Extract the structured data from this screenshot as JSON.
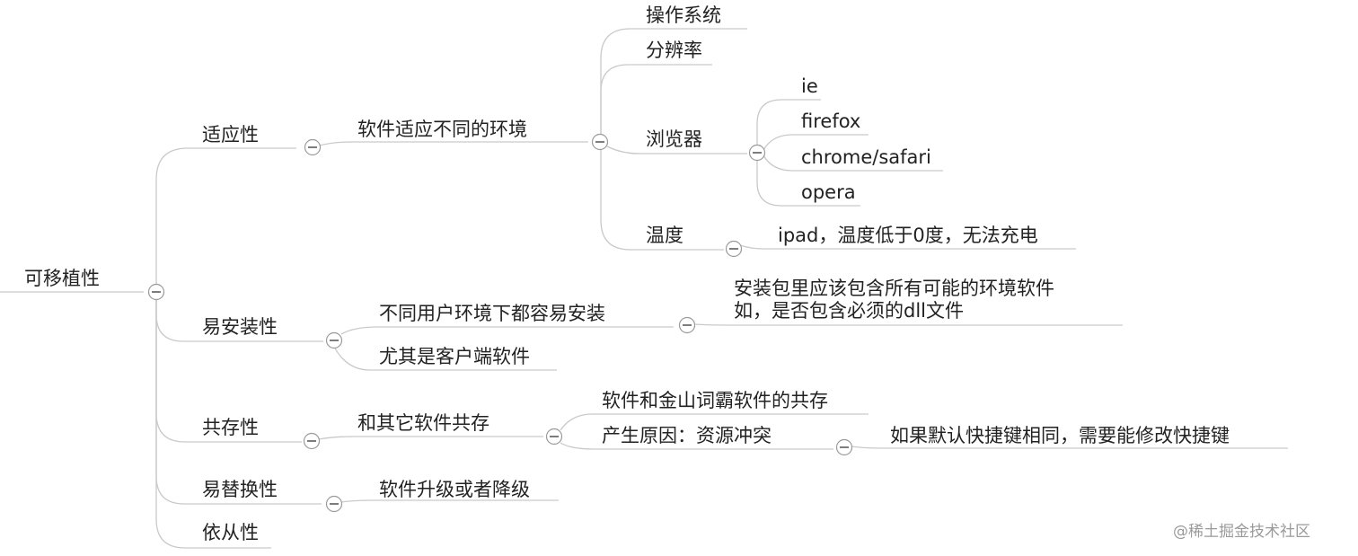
{
  "mindmap": {
    "root": "可移植性",
    "branches": {
      "adapt": {
        "label": "适应性",
        "child": "软件适应不同的环境",
        "items": {
          "os": "操作系统",
          "resolution": "分辨率",
          "browser": "浏览器",
          "temperature": "温度"
        },
        "browsers": [
          "ie",
          "firefox",
          "chrome/safari",
          "opera"
        ],
        "temperature_note": "ipad，温度低于0度，无法充电"
      },
      "install": {
        "label": "易安装性",
        "child1": "不同用户环境下都容易安装",
        "child2": "尤其是客户端软件",
        "note_line1": "安装包里应该包含所有可能的环境软件",
        "note_line2": "如，是否包含必须的dll文件"
      },
      "coexist": {
        "label": "共存性",
        "child": "和其它软件共存",
        "item1": "软件和金山词霸软件的共存",
        "item2": "产生原因：资源冲突",
        "item2_note": "如果默认快捷键相同，需要能修改快捷键"
      },
      "replace": {
        "label": "易替换性",
        "child": "软件升级或者降级"
      },
      "comply": {
        "label": "依从性"
      }
    }
  },
  "watermark": "@稀土掘金技术社区",
  "colors": {
    "connector": "#c9c9c9",
    "text": "#222222",
    "toggle_border": "#9a9a9a"
  }
}
